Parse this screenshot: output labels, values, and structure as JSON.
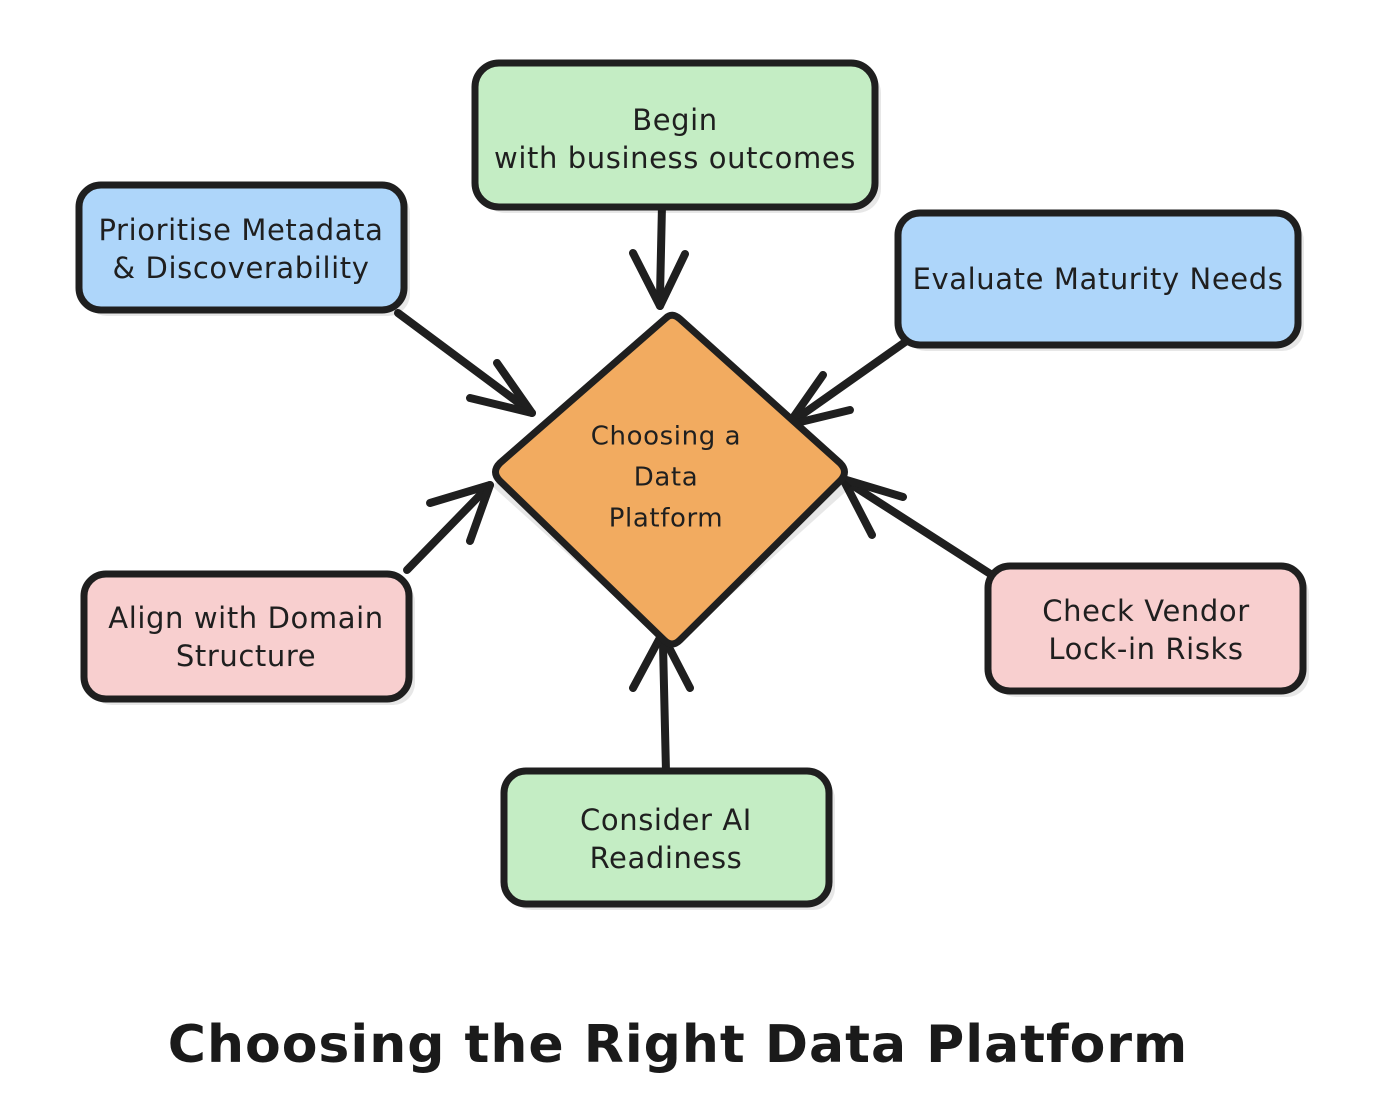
{
  "title": "Choosing the Right Data Platform",
  "colors": {
    "background": "#ffffff",
    "stroke": "#1f1f1f",
    "green": "#c4edc4",
    "blue": "#aed6fa",
    "pink": "#f8cfcf",
    "orange": "#f2ab60",
    "text": "#1f1f1f"
  },
  "center": {
    "id": "center-node",
    "shape": "diamond",
    "color": "#f2ab60",
    "lines": [
      "Choosing a",
      "Data",
      "Platform"
    ]
  },
  "nodes": [
    {
      "id": "begin-business-outcomes",
      "name": "node-begin-with-business-outcomes",
      "shape": "rounded-rect",
      "color": "#c4edc4",
      "position": "top",
      "lines": [
        "Begin",
        "with business outcomes"
      ]
    },
    {
      "id": "prioritise-metadata",
      "name": "node-prioritise-metadata-discoverability",
      "shape": "rounded-rect",
      "color": "#aed6fa",
      "position": "top-left",
      "lines": [
        "Prioritise Metadata",
        "& Discoverability"
      ]
    },
    {
      "id": "evaluate-maturity",
      "name": "node-evaluate-maturity-needs",
      "shape": "rounded-rect",
      "color": "#aed6fa",
      "position": "top-right",
      "lines": [
        "Evaluate Maturity Needs"
      ]
    },
    {
      "id": "align-domain-structure",
      "name": "node-align-with-domain-structure",
      "shape": "rounded-rect",
      "color": "#f8cfcf",
      "position": "bottom-left",
      "lines": [
        "Align with Domain",
        "Structure"
      ]
    },
    {
      "id": "check-vendor-lockin",
      "name": "node-check-vendor-lock-in-risks",
      "shape": "rounded-rect",
      "color": "#f8cfcf",
      "position": "bottom-right",
      "lines": [
        "Check Vendor",
        "Lock-in Risks"
      ]
    },
    {
      "id": "consider-ai-readiness",
      "name": "node-consider-ai-readiness",
      "shape": "rounded-rect",
      "color": "#c4edc4",
      "position": "bottom",
      "lines": [
        "Consider AI",
        "Readiness"
      ]
    }
  ],
  "edges": [
    {
      "id": "edge-begin-to-center",
      "from": "begin-business-outcomes",
      "to": "center-node",
      "arrow": "to-center"
    },
    {
      "id": "edge-prioritise-to-center",
      "from": "prioritise-metadata",
      "to": "center-node",
      "arrow": "to-center"
    },
    {
      "id": "edge-maturity-to-center",
      "from": "evaluate-maturity",
      "to": "center-node",
      "arrow": "to-center"
    },
    {
      "id": "edge-align-to-center",
      "from": "align-domain-structure",
      "to": "center-node",
      "arrow": "to-center"
    },
    {
      "id": "edge-vendor-to-center",
      "from": "check-vendor-lockin",
      "to": "center-node",
      "arrow": "to-center"
    },
    {
      "id": "edge-ai-to-center",
      "from": "consider-ai-readiness",
      "to": "center-node",
      "arrow": "to-center"
    }
  ]
}
